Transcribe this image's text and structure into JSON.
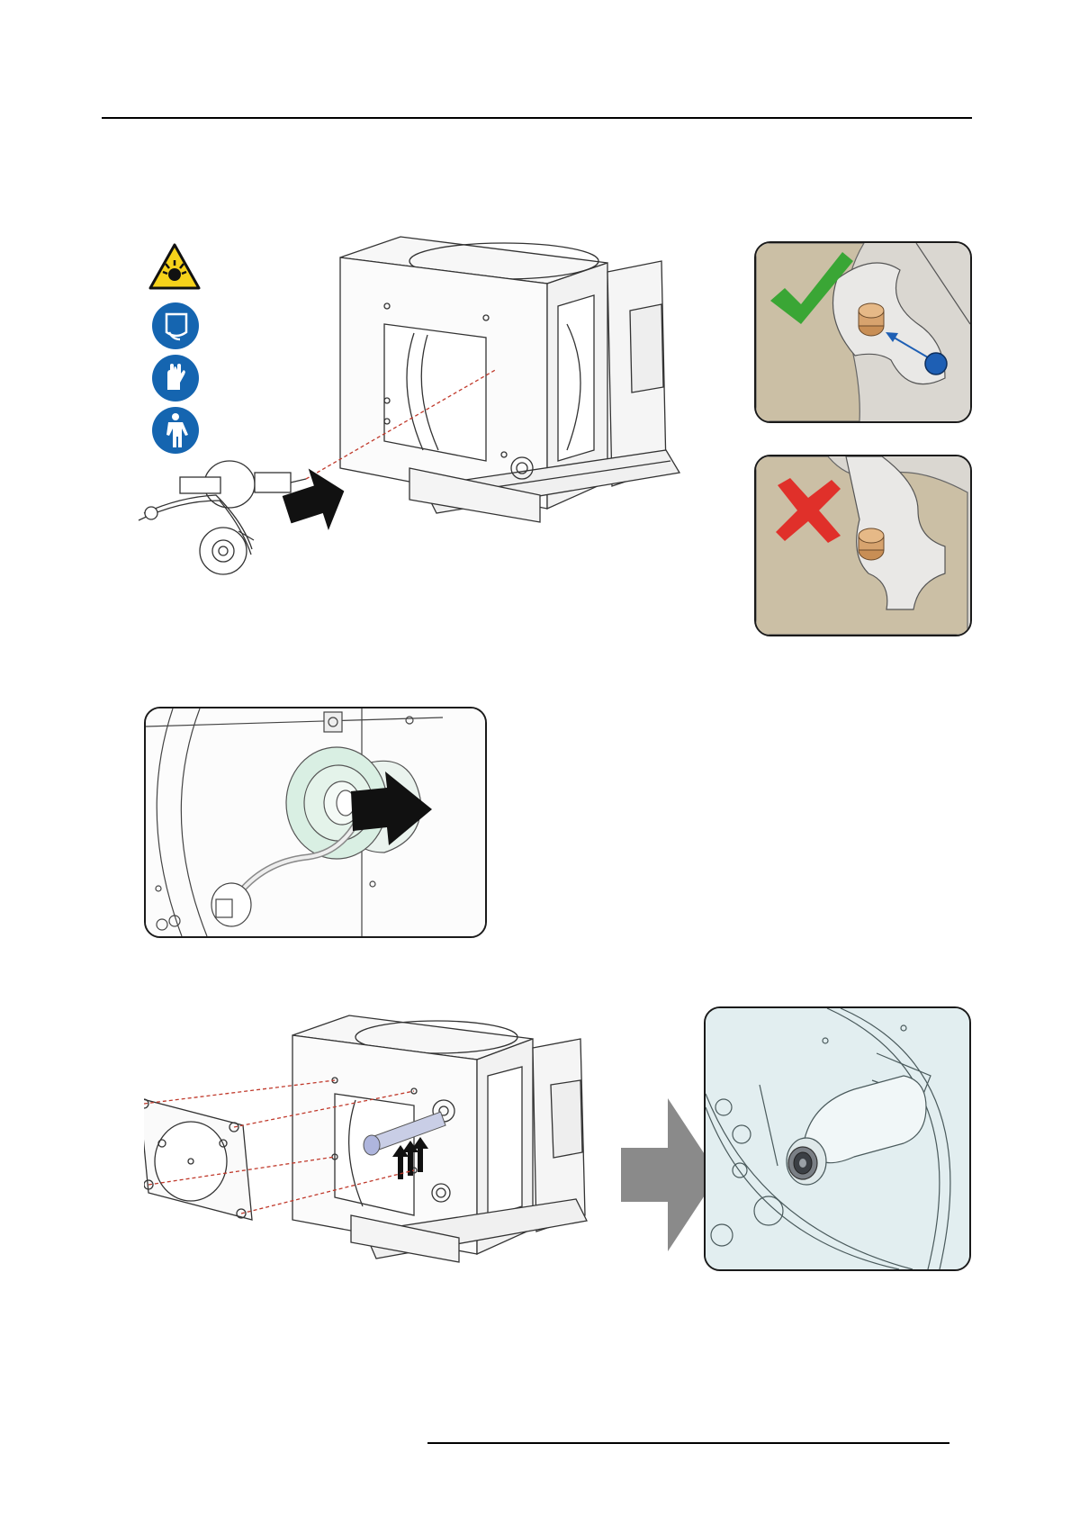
{
  "figures": [
    {
      "id": "lamp-insertion",
      "icons": [
        "explosion-hazard-icon",
        "face-shield-icon",
        "protective-gloves-icon",
        "protective-clothing-icon"
      ]
    },
    {
      "id": "pin-alignment",
      "panels": [
        "correct-check-icon",
        "wrong-cross-icon"
      ]
    },
    {
      "id": "reflector-detail"
    },
    {
      "id": "cover-mounting"
    }
  ],
  "colors": {
    "check": "#3aa635",
    "cross": "#e0302a",
    "info_dot": "#1e5fb4",
    "safety_blue": "#1565b0",
    "hazard_yellow": "#f6d21b",
    "guide_line": "#c0392b",
    "arrow_black": "#111111",
    "arrow_gray": "#8a8a8a",
    "panel_tint": "#e2eef0",
    "gear_tan": "#cbbfa5"
  }
}
